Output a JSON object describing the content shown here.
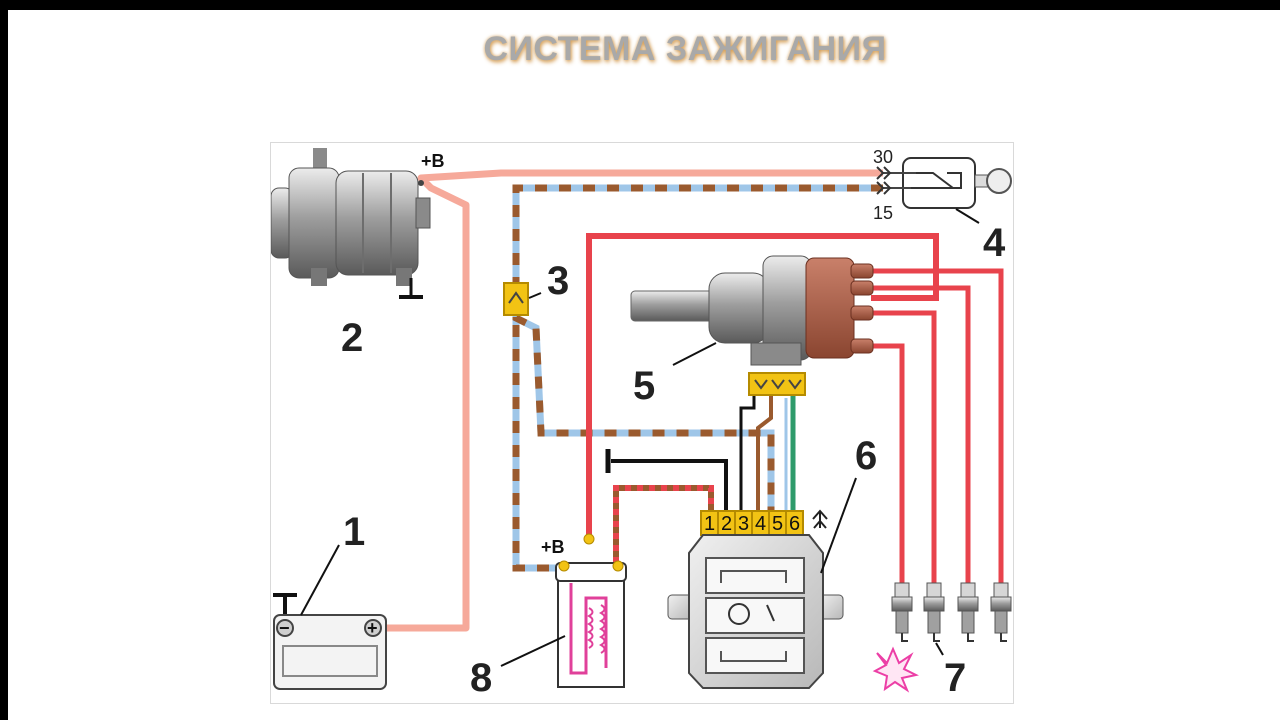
{
  "title": "СИСТЕМА ЗАЖИГАНИЯ",
  "labels": {
    "battery": "1",
    "generator": "2",
    "fuse": "3",
    "ignition_switch": "4",
    "distributor": "5",
    "commutator": "6",
    "spark_plugs": "7",
    "ignition_coil": "8"
  },
  "terminals": {
    "generator_plus": "+В",
    "coil_plus": "+В",
    "switch_30": "30",
    "switch_15": "15",
    "battery_minus": "−",
    "battery_plus": "+"
  },
  "connector_pins": [
    "1",
    "2",
    "3",
    "4",
    "5",
    "6"
  ],
  "colors": {
    "accent": "#c78b3e",
    "battery_wire": "#f6a99a",
    "hv_wire": "#e8434c",
    "brown_wire": "#9a5a2e",
    "blue_wire": "#9fc6e8",
    "green_wire": "#2e9b6b",
    "connector_yellow": "#f2c314",
    "coil_pink": "#e0409a",
    "spark": "#ec3fa6"
  }
}
